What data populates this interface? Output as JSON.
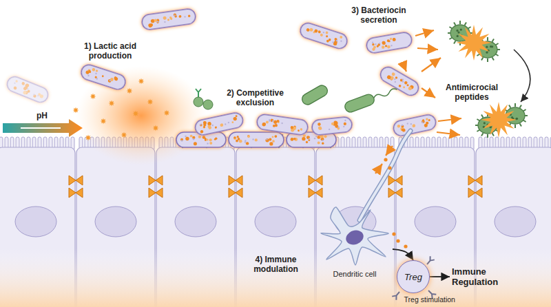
{
  "diagram": {
    "nodes": [
      {
        "text": [
          "Dendritic cell"
        ]
      },
      {
        "text": [
          "Treg",
          "Treg stimulation"
        ]
      },
      {
        "text": [
          "Immune Regulation"
        ]
      }
    ],
    "edges": [
      {
        "from": 0,
        "to": 1,
        "arrow": "to"
      },
      {
        "from": 1,
        "to": 2,
        "arrow": "to"
      }
    ],
    "labels": [
      "1) Lactic acid production",
      "pH",
      "2) Competitive exclusion",
      "3) Bacteriocin secretion",
      "Antimicrocial peptides",
      "4) Immune modulation"
    ]
  }
}
